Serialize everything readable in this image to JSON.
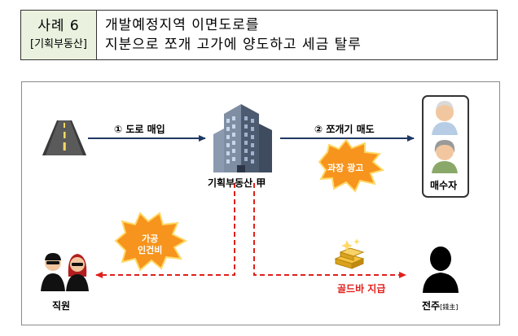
{
  "header": {
    "case_label": "사례 6",
    "company_tag": "[기획부동산]",
    "line1": "개발예정지역 이면도로를",
    "line2": "지분으로 쪼개 고가에 양도하고 세금 탈루"
  },
  "diagram": {
    "step1_label": "① 도로 매입",
    "step2_label": "② 쪼개기 매도",
    "company_label": "기획부동산 甲",
    "buyer_label": "매수자",
    "employee_label": "직원",
    "landlord_label": "전주",
    "landlord_hanja": "[錢主]",
    "burst1_text": "과장 광고",
    "burst2_line1": "가공",
    "burst2_line2": "인건비",
    "gold_label": "골드바 지급"
  },
  "colors": {
    "header_bg": "#eaf2df",
    "arrow_navy": "#1f3864",
    "dashed_red": "#e0201b",
    "gold_text": "#e0201b",
    "burst_orange": "#f7941d",
    "burst_yellow": "#ffd966",
    "burst_text": "#ffffff"
  },
  "icons": [
    "road-icon",
    "office-building-icon",
    "elderly-man-icon",
    "elderly-woman-icon",
    "employee-man-icon",
    "employee-woman-icon",
    "gold-bars-icon",
    "person-silhouette-icon"
  ]
}
